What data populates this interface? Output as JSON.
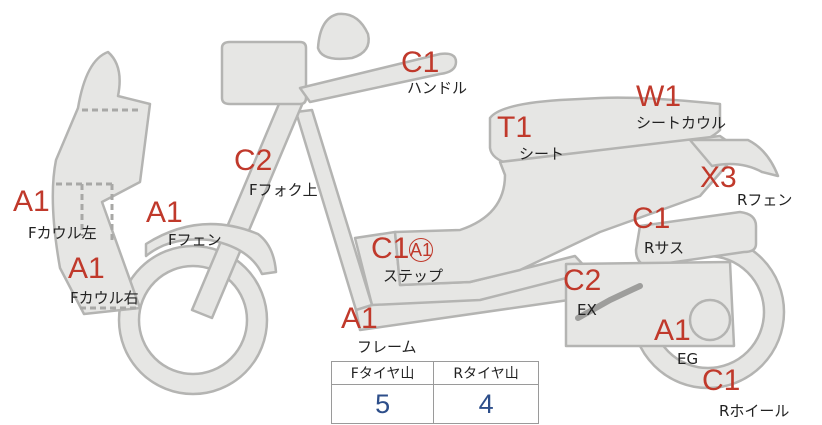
{
  "parts": {
    "handle": {
      "grade": "C1",
      "label": "ハンドル"
    },
    "seat_cowl": {
      "grade": "W1",
      "label": "シートカウル"
    },
    "seat": {
      "grade": "T1",
      "label": "シート"
    },
    "r_fender": {
      "grade": "X3",
      "label": "Rフェン"
    },
    "f_fork": {
      "grade": "C2",
      "label": "Fフォク上"
    },
    "f_cowl_left": {
      "grade": "A1",
      "label": "Fカウル左"
    },
    "f_fender": {
      "grade": "A1",
      "label": "Fフェン"
    },
    "f_cowl_right": {
      "grade": "A1",
      "label": "Fカウル右"
    },
    "step": {
      "grade": "C1",
      "sub_grade": "A1",
      "label": "ステップ"
    },
    "r_sus": {
      "grade": "C1",
      "label": "Rサス"
    },
    "ex": {
      "grade": "C2",
      "label": "EX"
    },
    "frame": {
      "grade": "A1",
      "label": "フレーム"
    },
    "eg": {
      "grade": "A1",
      "label": "EG"
    },
    "r_wheel": {
      "grade": "C1",
      "label": "Rホイール"
    }
  },
  "tire_table": {
    "headers": [
      "Fタイヤ山",
      "Rタイヤ山"
    ],
    "values": [
      "5",
      "4"
    ]
  },
  "colors": {
    "grade": "#c0392b",
    "tire_value": "#2d4e8a",
    "body_fill": "#e6e6e4",
    "body_stroke": "#b4b4b2"
  }
}
